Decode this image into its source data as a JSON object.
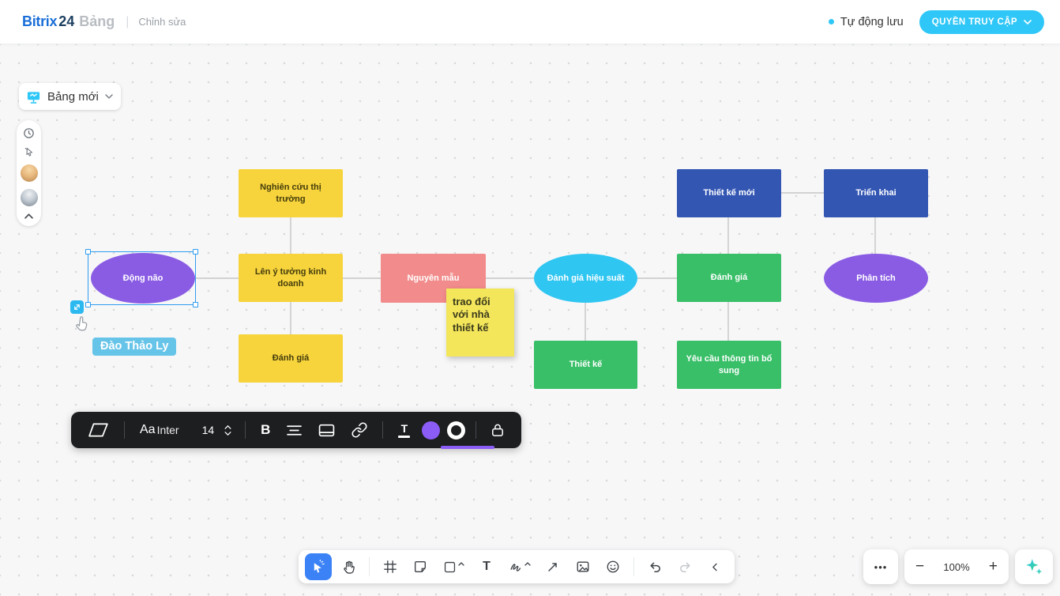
{
  "header": {
    "brand": "Bitrix",
    "brand_number": "24",
    "product": "Bảng",
    "separator": "|",
    "mode_label": "Chỉnh sửa",
    "autosave_label": "Tự động lưu",
    "access_button_label": "QUYỀN TRUY CẬP"
  },
  "board_chip": {
    "label": "Bảng mới"
  },
  "left_toolbar": {
    "icons": [
      "timer-icon",
      "pointer-icon",
      "avatar",
      "avatar",
      "chevron-up-icon"
    ],
    "avatar_count": 2
  },
  "canvas": {
    "nodes": [
      {
        "label": "Động não",
        "shape": "ellipse",
        "color": "#8a5ce4",
        "selected": true
      },
      {
        "label": "Nghiên cứu thị trường",
        "shape": "rect",
        "color": "#f7d33c"
      },
      {
        "label": "Lên ý tưởng kinh doanh",
        "shape": "rect",
        "color": "#f7d33c"
      },
      {
        "label": "Đánh giá",
        "shape": "rect",
        "color": "#f7d33c"
      },
      {
        "label": "Nguyên mẫu",
        "shape": "rect",
        "color": "#f28b8b"
      },
      {
        "label": "Đánh giá hiệu suất",
        "shape": "ellipse",
        "color": "#2fc6f2"
      },
      {
        "label": "Đánh giá",
        "shape": "rect",
        "color": "#39bf68"
      },
      {
        "label": "Thiết kế",
        "shape": "rect",
        "color": "#39bf68"
      },
      {
        "label": "Yêu cầu thông tin bổ sung",
        "shape": "rect",
        "color": "#39bf68"
      },
      {
        "label": "Thiết kế mới",
        "shape": "rect",
        "color": "#3356b3"
      },
      {
        "label": "Triển khai",
        "shape": "rect",
        "color": "#3356b3"
      },
      {
        "label": "Phân tích",
        "shape": "ellipse",
        "color": "#8a5ce4"
      }
    ],
    "edges": [
      [
        0,
        2
      ],
      [
        1,
        2
      ],
      [
        2,
        3
      ],
      [
        2,
        4
      ],
      [
        4,
        5
      ],
      [
        5,
        6
      ],
      [
        5,
        7
      ],
      [
        9,
        6
      ],
      [
        6,
        8
      ],
      [
        9,
        10
      ],
      [
        10,
        11
      ]
    ],
    "sticky_note": {
      "text": "trao đổi với nhà thiết kế",
      "color": "#f3e65b"
    },
    "collaborator": {
      "name": "Đào Thảo Ly",
      "cursor_color": "#66c4e8"
    }
  },
  "format_toolbar": {
    "shape_style_icon": "parallelogram-icon",
    "font_sample": "Aa",
    "font_name": "Inter",
    "font_size": "14",
    "bold_label": "B",
    "text_color_label": "T",
    "fill_color": "#8b5cf6",
    "icons": [
      "align-icon",
      "frame-icon",
      "link-icon",
      "stroke-color-icon",
      "lock-icon"
    ]
  },
  "bottom_toolbar": {
    "tools": [
      "smart-select",
      "hand",
      "frame",
      "sticky-note",
      "shape",
      "text",
      "pen",
      "connector-arrow",
      "image",
      "emoji",
      "undo",
      "redo",
      "collapse"
    ],
    "active_tool": "smart-select",
    "text_tool_glyph": "T"
  },
  "floating_controls": {
    "more_label": "•••",
    "zoom_out_label": "−",
    "zoom_level": "100%",
    "zoom_in_label": "+"
  },
  "colors": {
    "accent_cyan": "#2fc7f7",
    "selection_blue": "#2e9cf0",
    "active_tool_blue": "#3b82f6",
    "toolbar_dark": "#1d1e20",
    "connector_gray": "#c6c6c6"
  }
}
